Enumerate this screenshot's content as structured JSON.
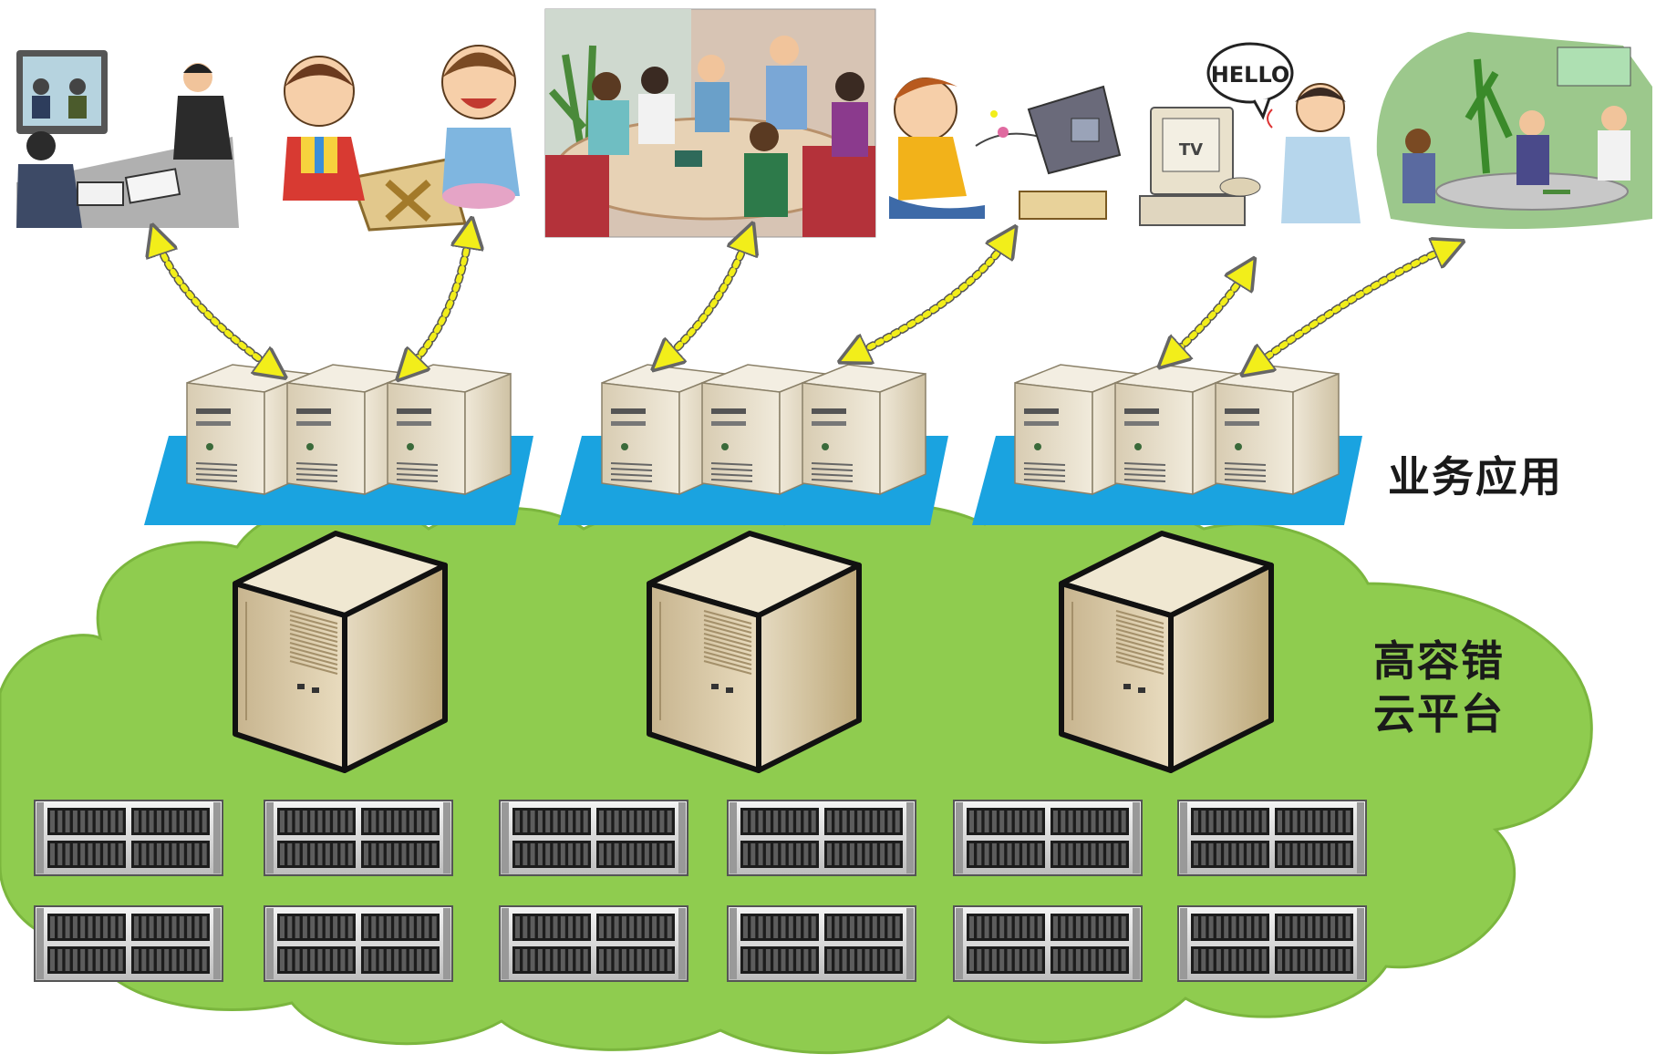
{
  "labels": {
    "business_app": "业务应用",
    "cloud_line1": "高容错",
    "cloud_line2": "云平台"
  },
  "illustrations": {
    "hello_bubble": "HELLO",
    "monitor_text": "TV"
  },
  "colors": {
    "cloud": "#8fcc4f",
    "platform": "#1aa3e0",
    "arrow": "#f2ee1a",
    "server": "#e6dcc6"
  },
  "structure": {
    "scenes": [
      "video-conference",
      "children-game",
      "business-meeting",
      "kid-gaming",
      "hello-computer",
      "office-discussion"
    ],
    "server_groups": 3,
    "servers_per_group": 3,
    "cloud_towers": 3,
    "storage_rows": 2,
    "storage_units_per_row": 6
  }
}
